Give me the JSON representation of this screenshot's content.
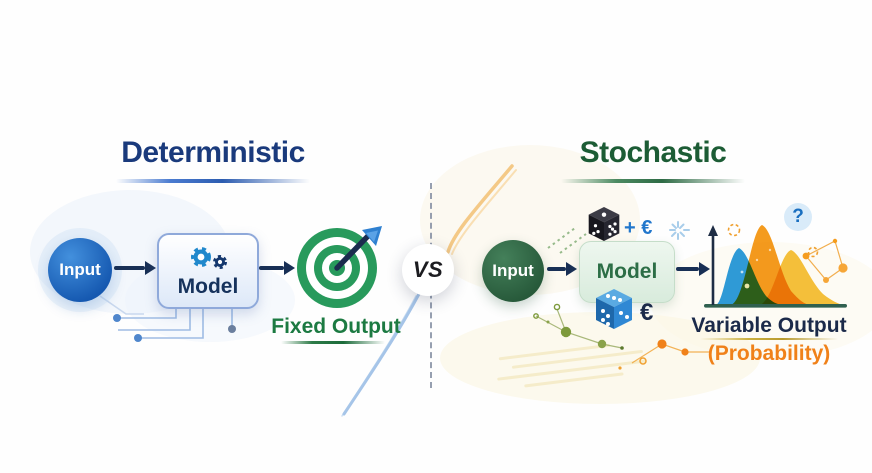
{
  "left": {
    "title": "Deterministic",
    "input_label": "Input",
    "model_label": "Model",
    "output_label": "Fixed Output"
  },
  "divider": {
    "vs_label": "VS"
  },
  "right": {
    "title": "Stochastic",
    "input_label": "Input",
    "model_label": "Model",
    "dice_top_text": "+ €",
    "dice_bottom_text": "€",
    "question_text": "?",
    "output_label": "Variable Output",
    "output_sublabel": "(Probability)"
  },
  "colors": {
    "deterministic_title": "#1a3a7c",
    "stochastic_title": "#1c5c35",
    "input_blue": "#1558b0",
    "input_green": "#27593a",
    "arrow_navy": "#182f55",
    "fixed_output_green": "#1c7a42",
    "variable_output_navy": "#1b2a4a",
    "probability_orange": "#f08119",
    "curve_blue": "#2f9ad6",
    "curve_orange": "#f59c1e",
    "curve_yellow": "#f6c23c",
    "target_green": "#289a5c"
  }
}
